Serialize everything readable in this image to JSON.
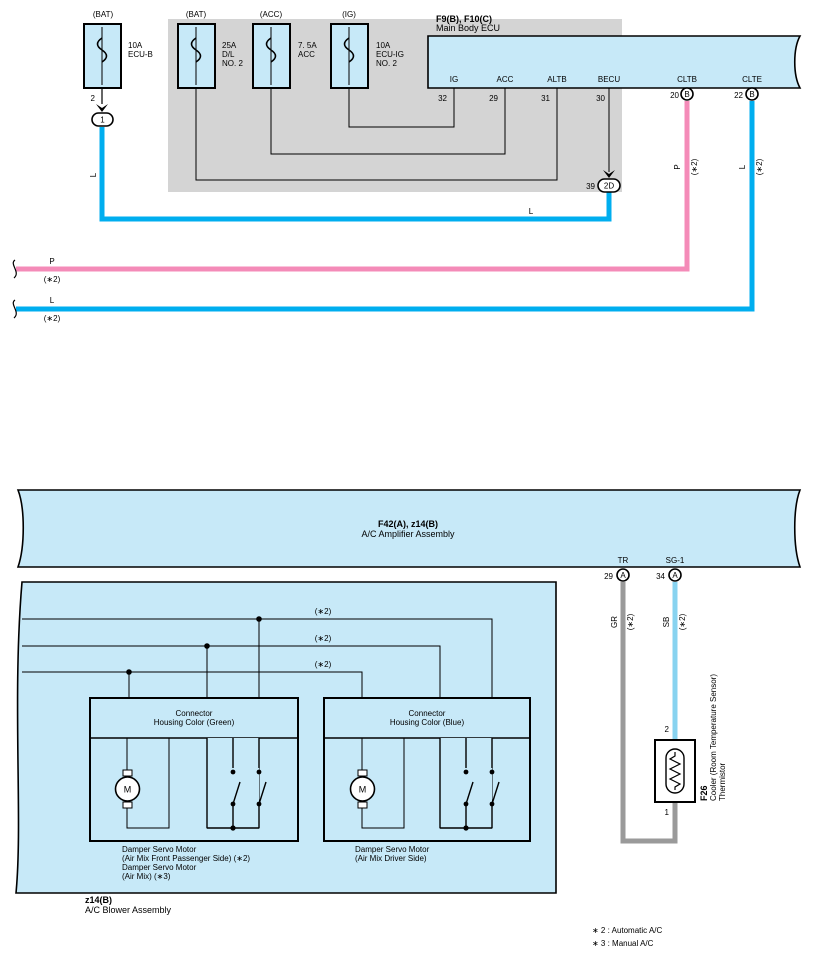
{
  "colors": {
    "panel": "#c7e9f8",
    "grey_box": "#d4d4d4",
    "wire_blue": "#00aeef",
    "wire_pink": "#f48bb8",
    "wire_grey": "#9a9a9a",
    "wire_skyblue": "#88d3f0",
    "line": "#000000"
  },
  "fuses": [
    {
      "source": "(BAT)",
      "rating": "10A",
      "name1": "ECU-B",
      "name2": ""
    },
    {
      "source": "(BAT)",
      "rating": "25A",
      "name1": "D/L",
      "name2": "NO. 2"
    },
    {
      "source": "(ACC)",
      "rating": "7. 5A",
      "name1": "ACC",
      "name2": ""
    },
    {
      "source": "(IG)",
      "rating": "10A",
      "name1": "ECU-IG",
      "name2": "NO. 2"
    }
  ],
  "ecu": {
    "code": "F9(B), F10(C)",
    "name": "Main Body ECU",
    "pins": [
      {
        "label": "IG",
        "num": "32",
        "conn": ""
      },
      {
        "label": "ACC",
        "num": "29",
        "conn": ""
      },
      {
        "label": "ALTB",
        "num": "31",
        "conn": ""
      },
      {
        "label": "BECU",
        "num": "30",
        "conn": ""
      },
      {
        "label": "CLTB",
        "num": "20",
        "conn": "B"
      },
      {
        "label": "CLTE",
        "num": "22",
        "conn": "B"
      }
    ]
  },
  "junctions": {
    "ecub_pin": "2",
    "ecub_conn": "1",
    "becu_pin": "39",
    "becu_conn": "2D"
  },
  "wire_labels": {
    "L": "L",
    "P": "P",
    "note2": "(∗2)",
    "GR": "GR",
    "SB": "SB"
  },
  "amp": {
    "code": "F42(A), z14(B)",
    "name": "A/C Amplifier Assembly",
    "pins": [
      {
        "label": "TR",
        "num": "29",
        "conn": "A"
      },
      {
        "label": "SG-1",
        "num": "34",
        "conn": "A"
      }
    ]
  },
  "blower": {
    "code": "z14(B)",
    "name": "A/C Blower Assembly"
  },
  "connectors": [
    {
      "line1": "Connector",
      "line2": "Housing Color (Green)"
    },
    {
      "line1": "Connector",
      "line2": "Housing Color (Blue)"
    }
  ],
  "motor_symbol": "M",
  "motors": {
    "left_line1": "Damper Servo Motor",
    "left_line2": "(Air Mix Front Passenger Side) (∗2)",
    "left_line3": "Damper Servo Motor",
    "left_line4": "(Air Mix) (∗3)",
    "right_line1": "Damper Servo Motor",
    "right_line2": "(Air Mix Driver Side)"
  },
  "thermistor": {
    "code": "F26",
    "name1": "Cooler (Room Temperature Sensor)",
    "name2": "Thermistor",
    "pin_top": "2",
    "pin_bottom": "1"
  },
  "notes": [
    "∗ 2 : Automatic A/C",
    "∗ 3 : Manual A/C"
  ]
}
